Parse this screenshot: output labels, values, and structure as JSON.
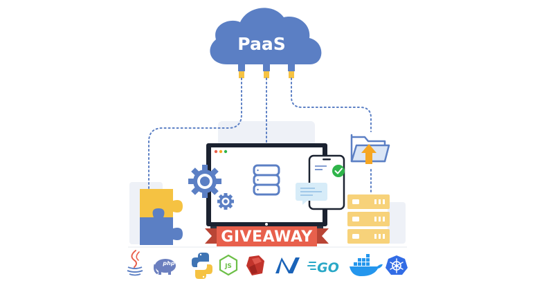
{
  "cloud": {
    "label": "PaaS"
  },
  "banner": {
    "label": "GIVEAWAY"
  },
  "center_icons": [
    "cloud-icon",
    "gear-icon",
    "database-icon",
    "smartphone-icon",
    "check-icon",
    "chat-bubble-icon",
    "folder-icon",
    "upload-arrow-icon",
    "server-icon",
    "puzzle-icon"
  ],
  "tech_logos": [
    {
      "name": "java-logo"
    },
    {
      "name": "php-logo",
      "text": "php"
    },
    {
      "name": "python-logo"
    },
    {
      "name": "nodejs-logo",
      "text": "JS"
    },
    {
      "name": "ruby-logo"
    },
    {
      "name": "dotnet-logo"
    },
    {
      "name": "go-logo",
      "text": "GO"
    },
    {
      "name": "docker-logo"
    },
    {
      "name": "kubernetes-logo"
    }
  ],
  "colors": {
    "cloud_blue": "#5b7fc4",
    "monitor_dark": "#1b2230",
    "accent_red": "#e8604c",
    "accent_orange": "#f5a623",
    "accent_yellow": "#f7d27a",
    "check_green": "#2fb44a",
    "panel_light": "#eef1f7",
    "chat_light": "#d7ecf8"
  }
}
